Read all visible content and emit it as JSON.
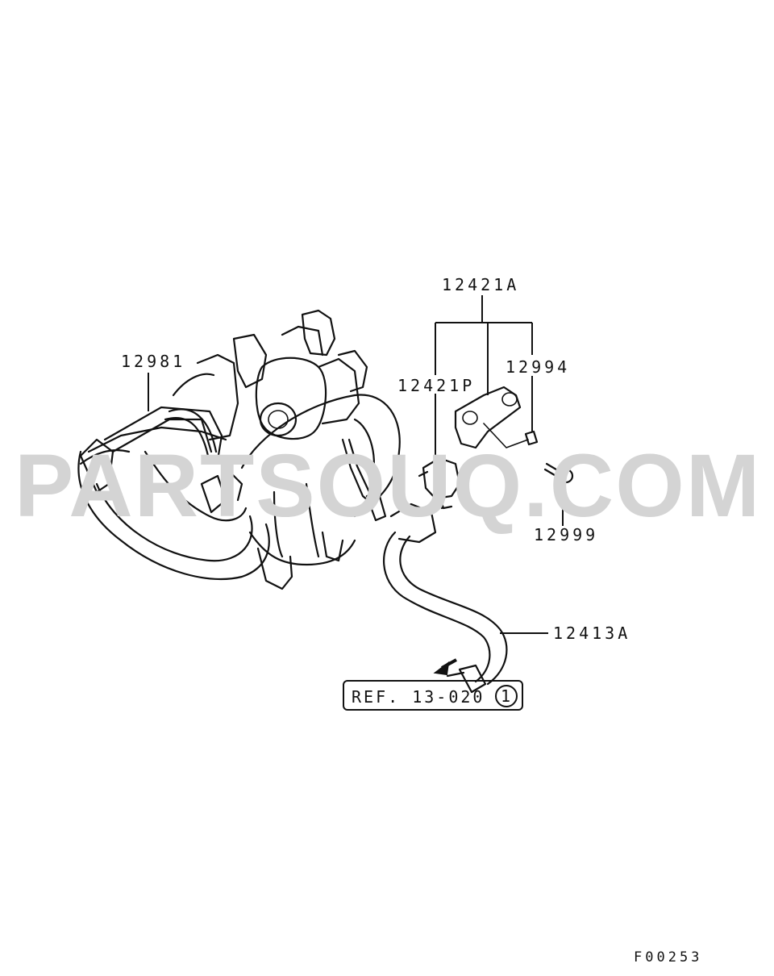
{
  "watermark": "PARTSOUQ.COM",
  "parts": {
    "p12981": "12981",
    "p12421A": "12421A",
    "p12421P": "12421P",
    "p12994": "12994",
    "p12999": "12999",
    "p12413A": "12413A"
  },
  "reference": {
    "text": "REF. 13-020",
    "circle_number": "1"
  },
  "figure_code": "F00253",
  "colors": {
    "ink": "#111111",
    "watermark": "#d4d4d4",
    "background": "#ffffff"
  }
}
